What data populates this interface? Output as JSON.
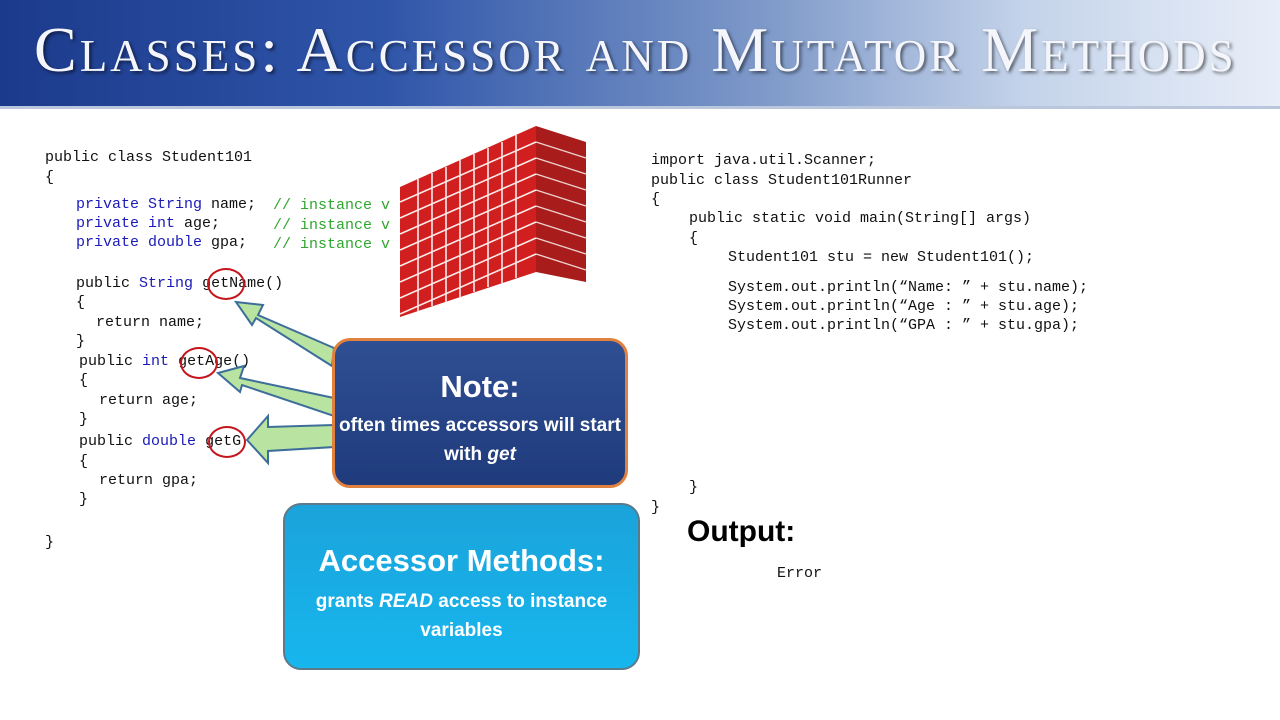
{
  "slide": {
    "title": "Classes: Accessor and Mutator Methods"
  },
  "left_code": {
    "line1": "public class Student101",
    "line2": "{",
    "field1": {
      "mod": "private",
      "type": "String",
      "rest": " name;",
      "comment": "// instance v"
    },
    "field2": {
      "mod": "private",
      "type": "int",
      "rest": " age;",
      "comment": "// instance v"
    },
    "field3": {
      "mod": "private",
      "type": "double",
      "rest": " gpa;",
      "comment": "// instance v"
    },
    "m1": {
      "mod": "public",
      "type": "String",
      "name": "getName()",
      "ret": "return name;"
    },
    "m2": {
      "mod": "public",
      "type": "int",
      "name": "getAge()",
      "ret": "return age;"
    },
    "m3": {
      "mod": "public",
      "type": "double",
      "name": "getG",
      "ret": "return gpa;"
    },
    "open_brace": "{",
    "close_brace": "}"
  },
  "right_code": {
    "l1": "import java.util.Scanner;",
    "l2": "public class Student101Runner",
    "l3": "{",
    "l4": "public static void main(String[] args)",
    "l5": "{",
    "l6": "Student101 stu = new Student101();",
    "l7": "System.out.println(“Name: ” + stu.name);",
    "l8": "System.out.println(“Age : ” + stu.age);",
    "l9": "System.out.println(“GPA : ” + stu.gpa);",
    "l10": "}",
    "l11": "}"
  },
  "note": {
    "title": "Note:",
    "body_prefix": "often times accessors will start with ",
    "body_emph": "get"
  },
  "accessor": {
    "title": "Accessor Methods:",
    "body_prefix": "grants ",
    "body_emph": "READ",
    "body_suffix": " access to instance variables"
  },
  "output": {
    "label": "Output:",
    "value": "Error"
  },
  "colors": {
    "keyword": "#1a1ab8",
    "comment": "#2fa62f",
    "circle": "#c4161c",
    "arrow_fill": "#b9e3a0",
    "note_border": "#e0813f"
  }
}
